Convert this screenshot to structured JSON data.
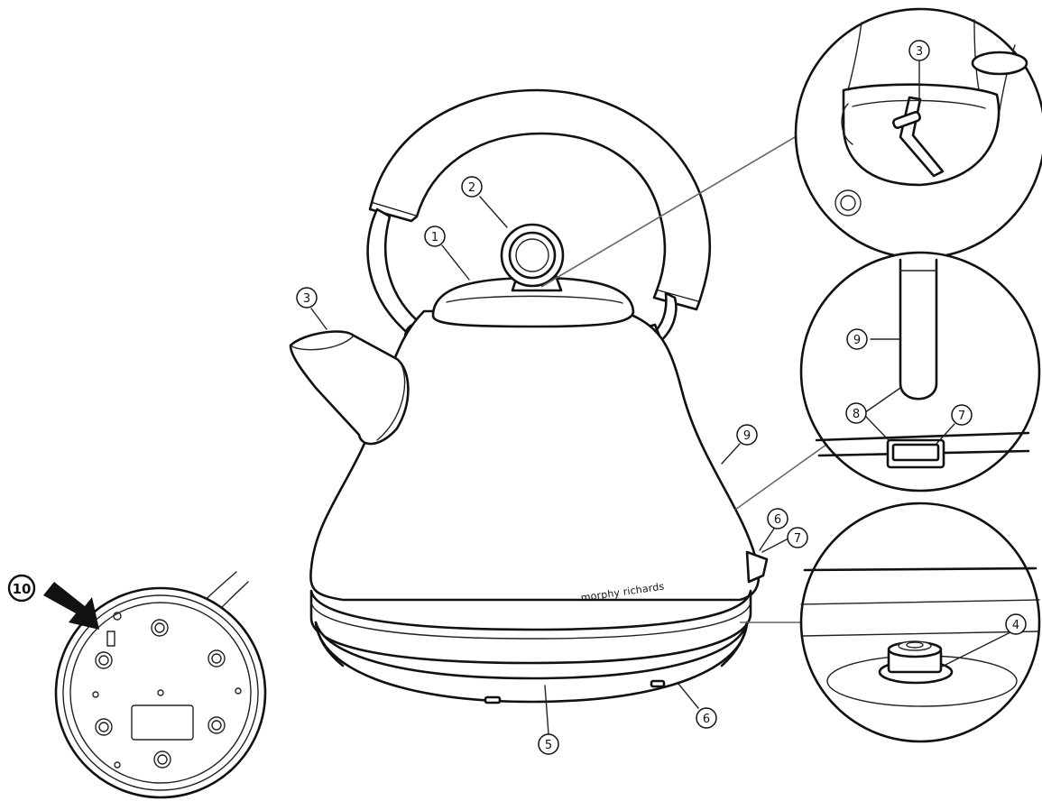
{
  "diagram": {
    "brand_text": "morphy richards",
    "callouts": {
      "c1": "1",
      "c2": "2",
      "c3_spout": "3",
      "c3_detail": "3",
      "c4": "4",
      "c5": "5",
      "c6_side": "6",
      "c6_base": "6",
      "c7_side": "7",
      "c7_detail": "7",
      "c8": "8",
      "c9_side": "9",
      "c9_detail": "9",
      "c10": "10"
    }
  }
}
